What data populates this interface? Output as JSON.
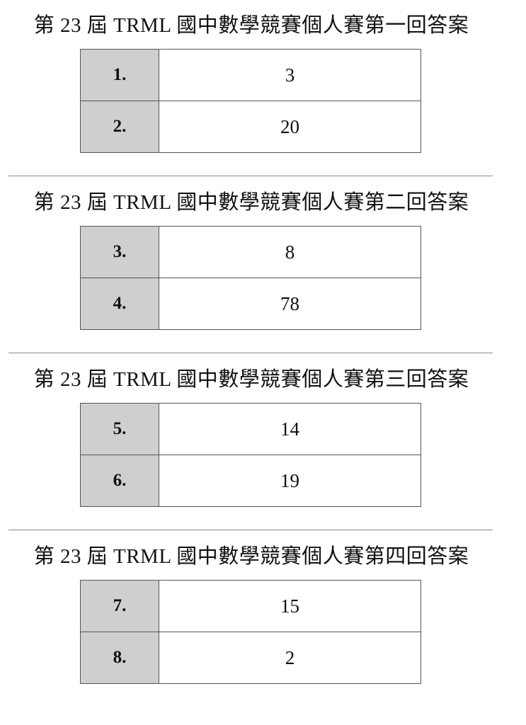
{
  "rounds": [
    {
      "title": "第 23 屆 TRML 國中數學競賽個人賽第一回答案",
      "rows": [
        {
          "q": "1.",
          "a": "3"
        },
        {
          "q": "2.",
          "a": "20"
        }
      ]
    },
    {
      "title": "第 23 屆 TRML 國中數學競賽個人賽第二回答案",
      "rows": [
        {
          "q": "3.",
          "a": "8"
        },
        {
          "q": "4.",
          "a": "78"
        }
      ]
    },
    {
      "title": "第 23 屆 TRML 國中數學競賽個人賽第三回答案",
      "rows": [
        {
          "q": "5.",
          "a": "14"
        },
        {
          "q": "6.",
          "a": "19"
        }
      ]
    },
    {
      "title": "第 23 屆 TRML 國中數學競賽個人賽第四回答案",
      "rows": [
        {
          "q": "7.",
          "a": "15"
        },
        {
          "q": "8.",
          "a": "2"
        }
      ]
    }
  ],
  "colors": {
    "question_cell_bg": "#d0cfcf",
    "answer_cell_bg": "#ffffff",
    "border": "#555555",
    "divider": "#8a8a8a"
  }
}
